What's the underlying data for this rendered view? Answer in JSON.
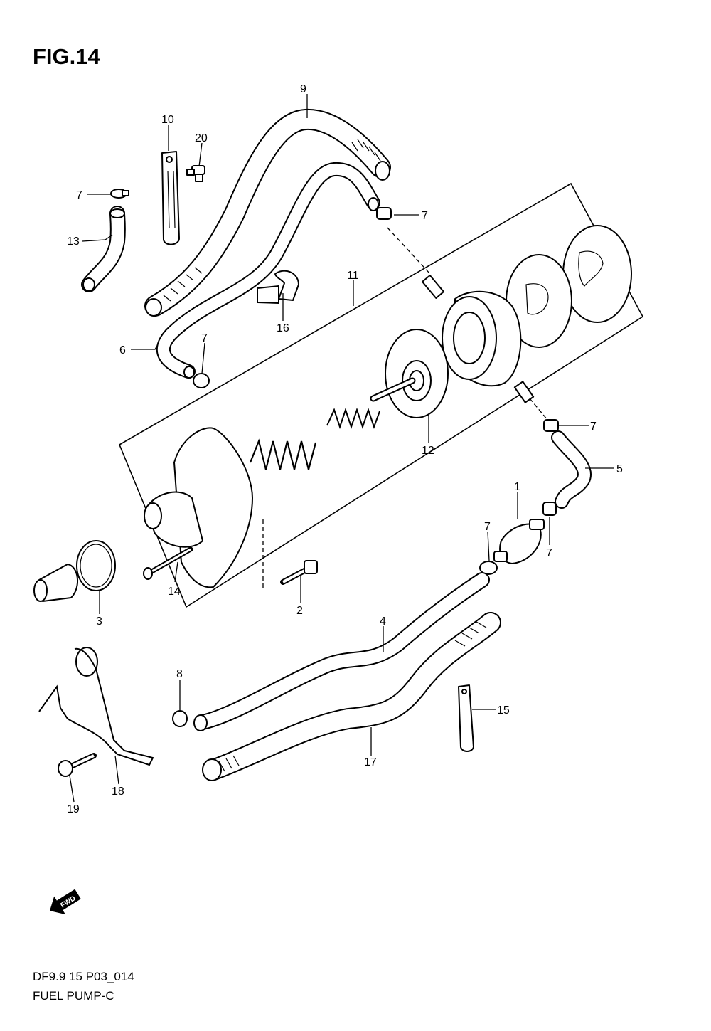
{
  "figure": {
    "title": "FIG.14",
    "code": "DF9.9 15 P03_014",
    "name": "FUEL PUMP-C"
  },
  "fwd_arrow": {
    "text": "FWD",
    "icon": "fwd-arrow-icon"
  },
  "callouts": [
    "1",
    "2",
    "3",
    "4",
    "5",
    "6",
    "7",
    "7",
    "7",
    "7",
    "7",
    "7",
    "8",
    "9",
    "10",
    "11",
    "12",
    "13",
    "14",
    "15",
    "16",
    "17",
    "18",
    "19",
    "20"
  ]
}
